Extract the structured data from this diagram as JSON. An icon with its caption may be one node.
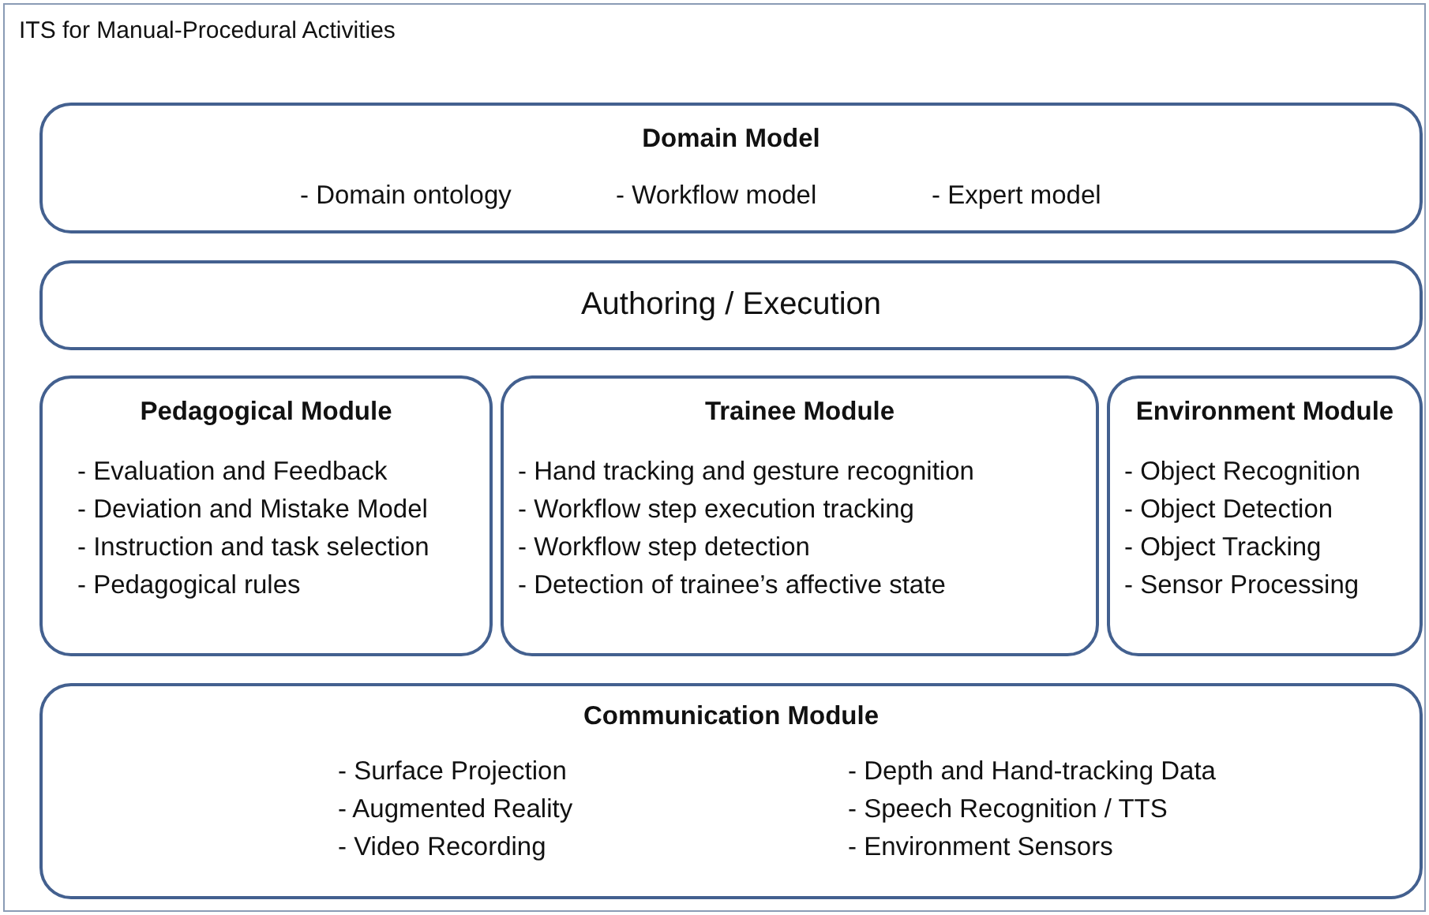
{
  "diagram": {
    "nodes": [
      {
        "text": [
          "ITS for Manual-Procedural Activities"
        ]
      },
      {
        "text": [
          "Domain Model",
          "- Domain ontology",
          "- Workflow model",
          "- Expert model"
        ],
        "in": 0
      },
      {
        "text": [
          "Authoring / Execution"
        ],
        "in": 0
      },
      {
        "text": [
          "Pedagogical Module",
          "- Evaluation and Feedback",
          "- Deviation and Mistake Model",
          "- Instruction and task selection",
          "- Pedagogical rules"
        ],
        "in": 0
      },
      {
        "text": [
          "Trainee Module",
          "- Hand tracking and gesture recognition",
          "- Workflow step execution tracking",
          "- Workflow step detection",
          "- Detection of trainee’s affective state"
        ],
        "in": 0
      },
      {
        "text": [
          "Environment Module",
          "- Object Recognition",
          "- Object Detection",
          "- Object Tracking",
          "- Sensor Processing"
        ],
        "in": 0
      },
      {
        "text": [
          "Communication Module",
          "- Surface Projection",
          "- Augmented Reality",
          "- Video Recording",
          "- Depth and Hand-tracking Data",
          "- Speech Recognition / TTS",
          "- Environment Sensors"
        ],
        "in": 0
      }
    ],
    "edges": []
  }
}
